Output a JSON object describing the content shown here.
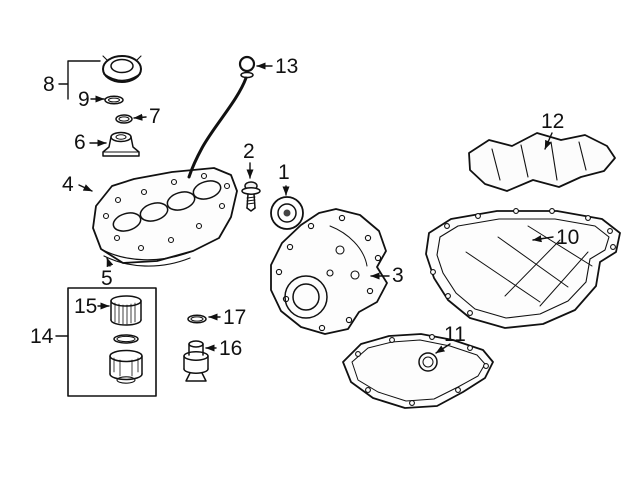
{
  "diagram": {
    "background_color": "#ffffff",
    "line_color": "#111111",
    "callouts": [
      {
        "label": "1",
        "part": "crankshaft-front-seal"
      },
      {
        "label": "2",
        "part": "pulley-bolt"
      },
      {
        "label": "3",
        "part": "timing-cover"
      },
      {
        "label": "4",
        "part": "valve-cover"
      },
      {
        "label": "5",
        "part": "valve-cover-gasket"
      },
      {
        "label": "6",
        "part": "oil-filler-tube-cap"
      },
      {
        "label": "7",
        "part": "o-ring-seal"
      },
      {
        "label": "8",
        "part": "oil-filler-cap"
      },
      {
        "label": "9",
        "part": "filler-cap-gasket"
      },
      {
        "label": "10",
        "part": "upper-oil-pan"
      },
      {
        "label": "11",
        "part": "lower-oil-pan"
      },
      {
        "label": "12",
        "part": "engine-appearance-cover"
      },
      {
        "label": "13",
        "part": "oil-level-dipstick"
      },
      {
        "label": "14",
        "part": "oil-filter-assembly"
      },
      {
        "label": "15",
        "part": "oil-filter-element"
      },
      {
        "label": "16",
        "part": "oil-filter-adapter"
      },
      {
        "label": "17",
        "part": "filter-o-ring"
      }
    ]
  }
}
